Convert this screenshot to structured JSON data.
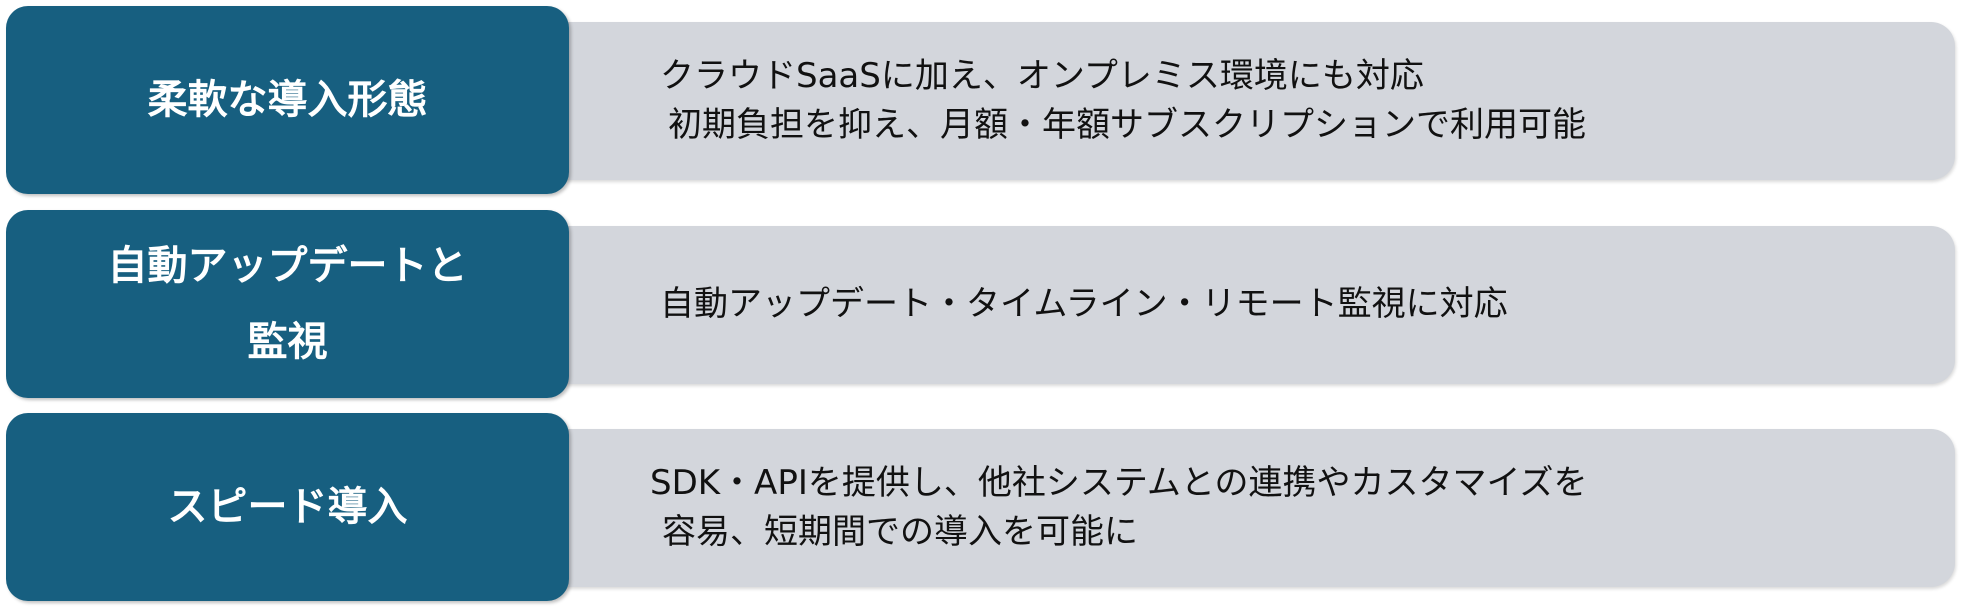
{
  "rows": [
    {
      "label": "柔軟な導入形態",
      "lines": [
        "クラウドSaaSに加え、オンプレミス環境にも対応",
        " 初期負担を抑え、月額・年額サブスクリプションで利用可能"
      ]
    },
    {
      "label_lines": [
        "自動アップデートと",
        "監視"
      ],
      "lines": [
        "自動アップデート・タイムライン・リモート監視に対応"
      ]
    },
    {
      "label": "スピード導入",
      "lines": [
        "SDK・APIを提供し、他社システムとの連携やカスタマイズを",
        " 容易、短期間での導入を可能に"
      ]
    }
  ],
  "colors": {
    "label_bg": "#175f80",
    "desc_bg": "#d3d6dc"
  }
}
